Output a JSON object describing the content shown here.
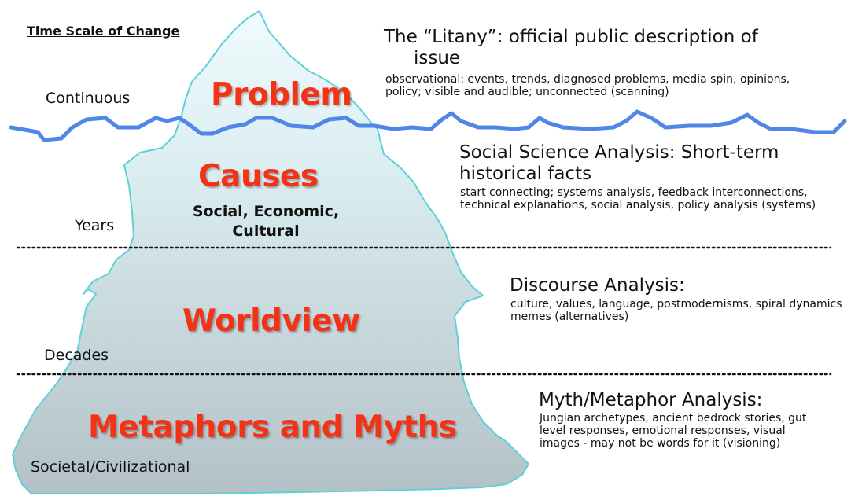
{
  "time_scale": {
    "title": "Time Scale of Change",
    "continuous": "Continuous",
    "years": "Years",
    "decades": "Decades",
    "societal": "Societal/Civilizational"
  },
  "layers": {
    "problem": "Problem",
    "causes": "Causes",
    "causes_sub_1": "Social, Economic,",
    "causes_sub_2": "Cultural",
    "worldview": "Worldview",
    "myths": "Metaphors and Myths"
  },
  "analysis": {
    "litany_heading_1": "The “Litany”: official public description of",
    "litany_heading_2": "issue",
    "litany_body": "observational: events, trends, diagnosed problems, media spin, opinions, policy; visible and audible; unconnected  (scanning)",
    "social_heading_1": "Social Science Analysis: Short-term",
    "social_heading_2": "historical facts",
    "social_body": "start connecting; systems analysis, feedback interconnections, technical explanations, social analysis, policy analysis (systems)",
    "discourse_heading": "Discourse Analysis:",
    "discourse_body": "culture, values, language, postmodernisms, spiral dynamics memes (alternatives)",
    "myth_heading": "Myth/Metaphor Analysis:",
    "myth_body": "Jungian archetypes, ancient bedrock stories, gut level responses, emotional responses, visual images - may not be words for it (visioning)"
  },
  "colors": {
    "layer_label": "#f43216",
    "waterline": "#4f86e8",
    "iceberg_outline": "#5fd0d8",
    "iceberg_fill_top": "#eefafc",
    "iceberg_fill_bottom": "#b6c4ca"
  }
}
